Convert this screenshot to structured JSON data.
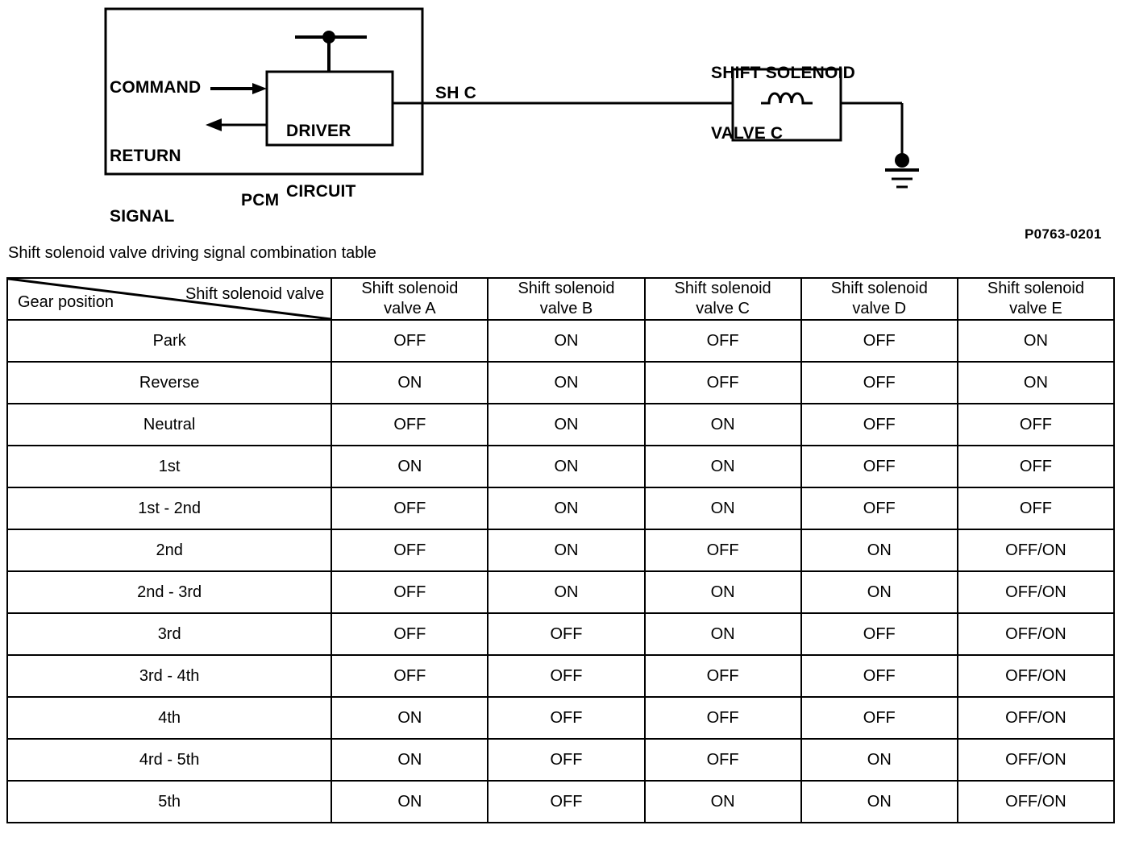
{
  "diagram": {
    "pcm_label": "PCM",
    "command_label": "COMMAND",
    "return_signal_line1": "RETURN",
    "return_signal_line2": "SIGNAL",
    "driver_circuit_line1": "DRIVER",
    "driver_circuit_line2": "CIRCUIT",
    "wire_label": "SH C",
    "solenoid_line1": "SHIFT SOLENOID",
    "solenoid_line2": "VALVE C",
    "reference_code": "P0763-0201"
  },
  "table": {
    "caption": "Shift solenoid valve driving signal combination table",
    "corner_column_label": "Shift solenoid valve",
    "corner_row_label": "Gear position",
    "columns": [
      {
        "line1": "Shift solenoid",
        "line2": "valve A"
      },
      {
        "line1": "Shift solenoid",
        "line2": "valve B"
      },
      {
        "line1": "Shift solenoid",
        "line2": "valve C"
      },
      {
        "line1": "Shift solenoid",
        "line2": "valve D"
      },
      {
        "line1": "Shift solenoid",
        "line2": "valve E"
      }
    ],
    "rows": [
      {
        "gear": "Park",
        "values": [
          "OFF",
          "ON",
          "OFF",
          "OFF",
          "ON"
        ]
      },
      {
        "gear": "Reverse",
        "values": [
          "ON",
          "ON",
          "OFF",
          "OFF",
          "ON"
        ]
      },
      {
        "gear": "Neutral",
        "values": [
          "OFF",
          "ON",
          "ON",
          "OFF",
          "OFF"
        ]
      },
      {
        "gear": "1st",
        "values": [
          "ON",
          "ON",
          "ON",
          "OFF",
          "OFF"
        ]
      },
      {
        "gear": "1st - 2nd",
        "values": [
          "OFF",
          "ON",
          "ON",
          "OFF",
          "OFF"
        ]
      },
      {
        "gear": "2nd",
        "values": [
          "OFF",
          "ON",
          "OFF",
          "ON",
          "OFF/ON"
        ]
      },
      {
        "gear": "2nd - 3rd",
        "values": [
          "OFF",
          "ON",
          "ON",
          "ON",
          "OFF/ON"
        ]
      },
      {
        "gear": "3rd",
        "values": [
          "OFF",
          "OFF",
          "ON",
          "OFF",
          "OFF/ON"
        ]
      },
      {
        "gear": "3rd - 4th",
        "values": [
          "OFF",
          "OFF",
          "OFF",
          "OFF",
          "OFF/ON"
        ]
      },
      {
        "gear": "4th",
        "values": [
          "ON",
          "OFF",
          "OFF",
          "OFF",
          "OFF/ON"
        ]
      },
      {
        "gear": "4rd - 5th",
        "values": [
          "ON",
          "OFF",
          "OFF",
          "ON",
          "OFF/ON"
        ]
      },
      {
        "gear": "5th",
        "values": [
          "ON",
          "OFF",
          "ON",
          "ON",
          "OFF/ON"
        ]
      }
    ]
  },
  "colors": {
    "ink": "#000000",
    "background": "#ffffff"
  }
}
